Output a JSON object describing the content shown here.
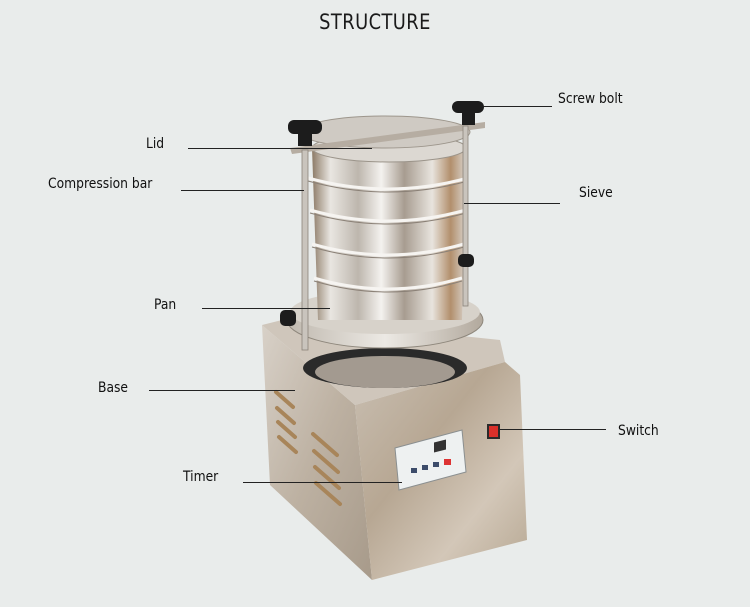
{
  "title": "STRUCTURE",
  "labels": {
    "screw_bolt": "Screw bolt",
    "lid": "Lid",
    "compression_bar": "Compression bar",
    "sieve": "Sieve",
    "pan": "Pan",
    "base": "Base",
    "switch": "Switch",
    "timer": "Timer"
  },
  "colors": {
    "background": "#e9eceb",
    "text": "#111111",
    "leader_line": "#222222",
    "switch_red": "#d9302a",
    "knob_black": "#1c1c1c",
    "steel_light": "#e6e3df",
    "steel_mid": "#b9b3ab",
    "steel_warm": "#a98c6c"
  }
}
